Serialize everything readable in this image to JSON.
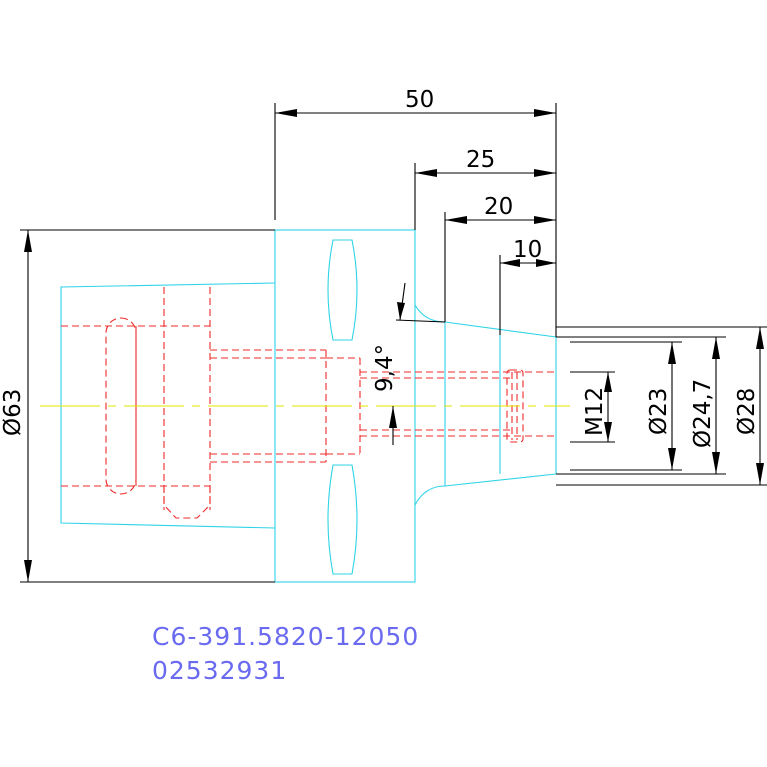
{
  "dimensions": {
    "length_total": "50",
    "length_25": "25",
    "length_20": "20",
    "length_10": "10",
    "angle": "9,4°",
    "dia_flange": "Ø63",
    "thread": "M12",
    "dia_23": "Ø23",
    "dia_24_7": "Ø24,7",
    "dia_28": "Ø28"
  },
  "part": {
    "number": "C6-391.5820-12050",
    "code": "02532931"
  },
  "colors": {
    "outline": "#2fd3e6",
    "hidden_lines": "#ef2a2a",
    "dimensions": "#000000",
    "centerline": "#e6e600",
    "part_text": "#6a6af0"
  }
}
